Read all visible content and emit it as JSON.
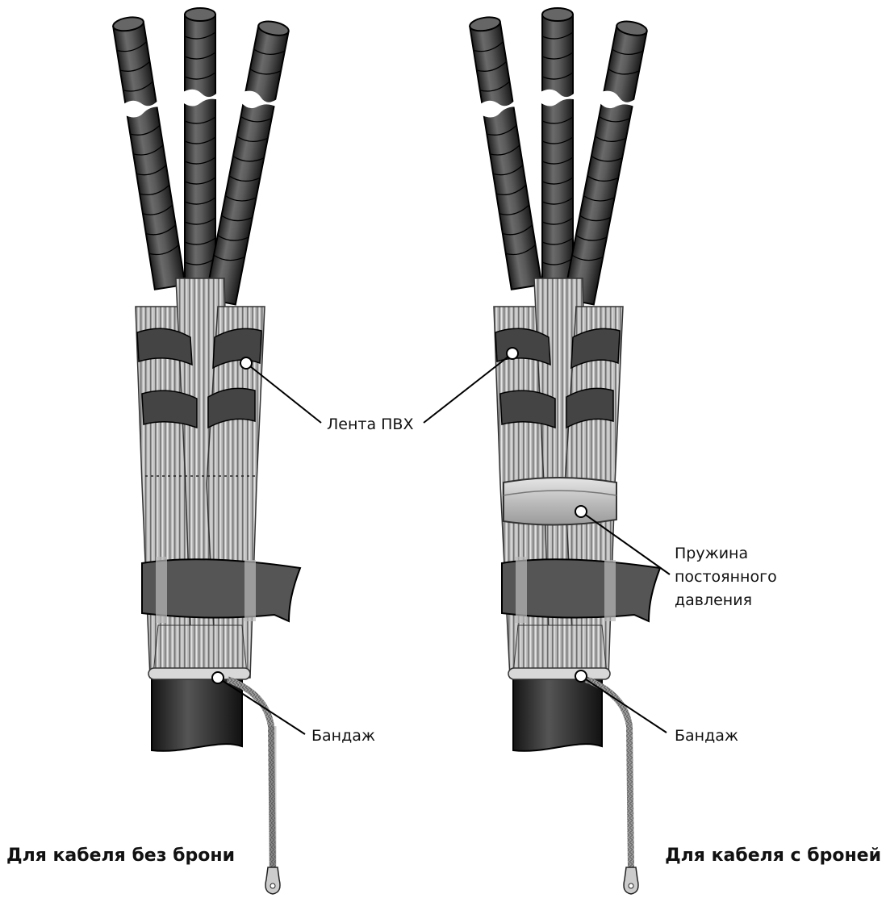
{
  "labels": {
    "pvc_tape": "Лента ПВХ",
    "bandage_left": "Бандаж",
    "bandage_right": "Бандаж",
    "spring_line1": "Пружина",
    "spring_line2": "постоянного",
    "spring_line3": "давления"
  },
  "captions": {
    "left": "Для кабеля без брони",
    "right": "Для кабеля с броней"
  }
}
